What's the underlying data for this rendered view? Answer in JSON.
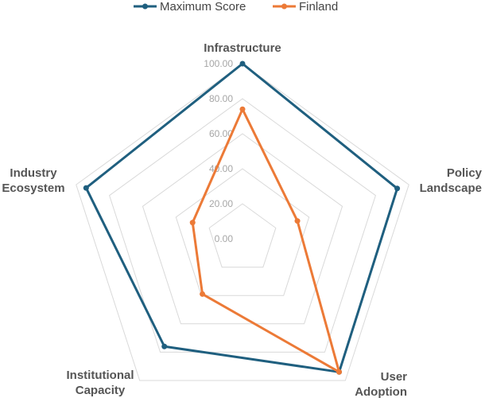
{
  "chart_data": {
    "type": "radar",
    "axes": [
      [
        "Infrastructure"
      ],
      [
        "Policy",
        "Landscape"
      ],
      [
        "User",
        "Adoption"
      ],
      [
        "Institutional",
        "Capacity"
      ],
      [
        "Industry",
        "Ecosystem"
      ]
    ],
    "ticks": [
      "0.00",
      "20.00",
      "40.00",
      "60.00",
      "80.00",
      "100.00"
    ],
    "range": [
      0,
      100
    ],
    "grid": true,
    "legend_position": "top",
    "series": [
      {
        "name": "Maximum Score",
        "color": "#1f5f7f",
        "values": [
          100,
          93,
          94,
          76,
          94
        ]
      },
      {
        "name": "Finland",
        "color": "#ec7a37",
        "values": [
          74,
          33,
          94,
          39,
          30
        ]
      }
    ]
  }
}
